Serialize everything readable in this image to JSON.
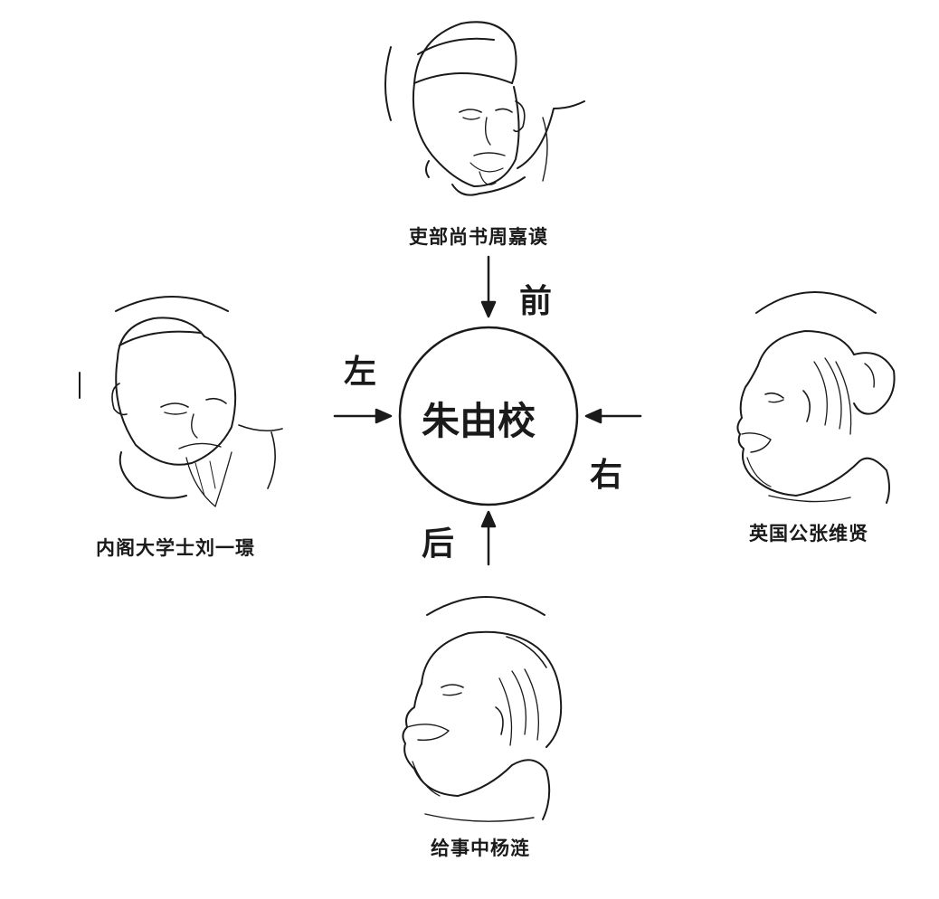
{
  "center": {
    "name": "朱由校"
  },
  "directions": {
    "front": "前",
    "left": "左",
    "right": "右",
    "back": "后"
  },
  "officials": {
    "top": "吏部尚书周嘉谟",
    "left": "内阁大学士刘一璟",
    "right": "英国公张维贤",
    "bottom": "给事中杨涟"
  }
}
